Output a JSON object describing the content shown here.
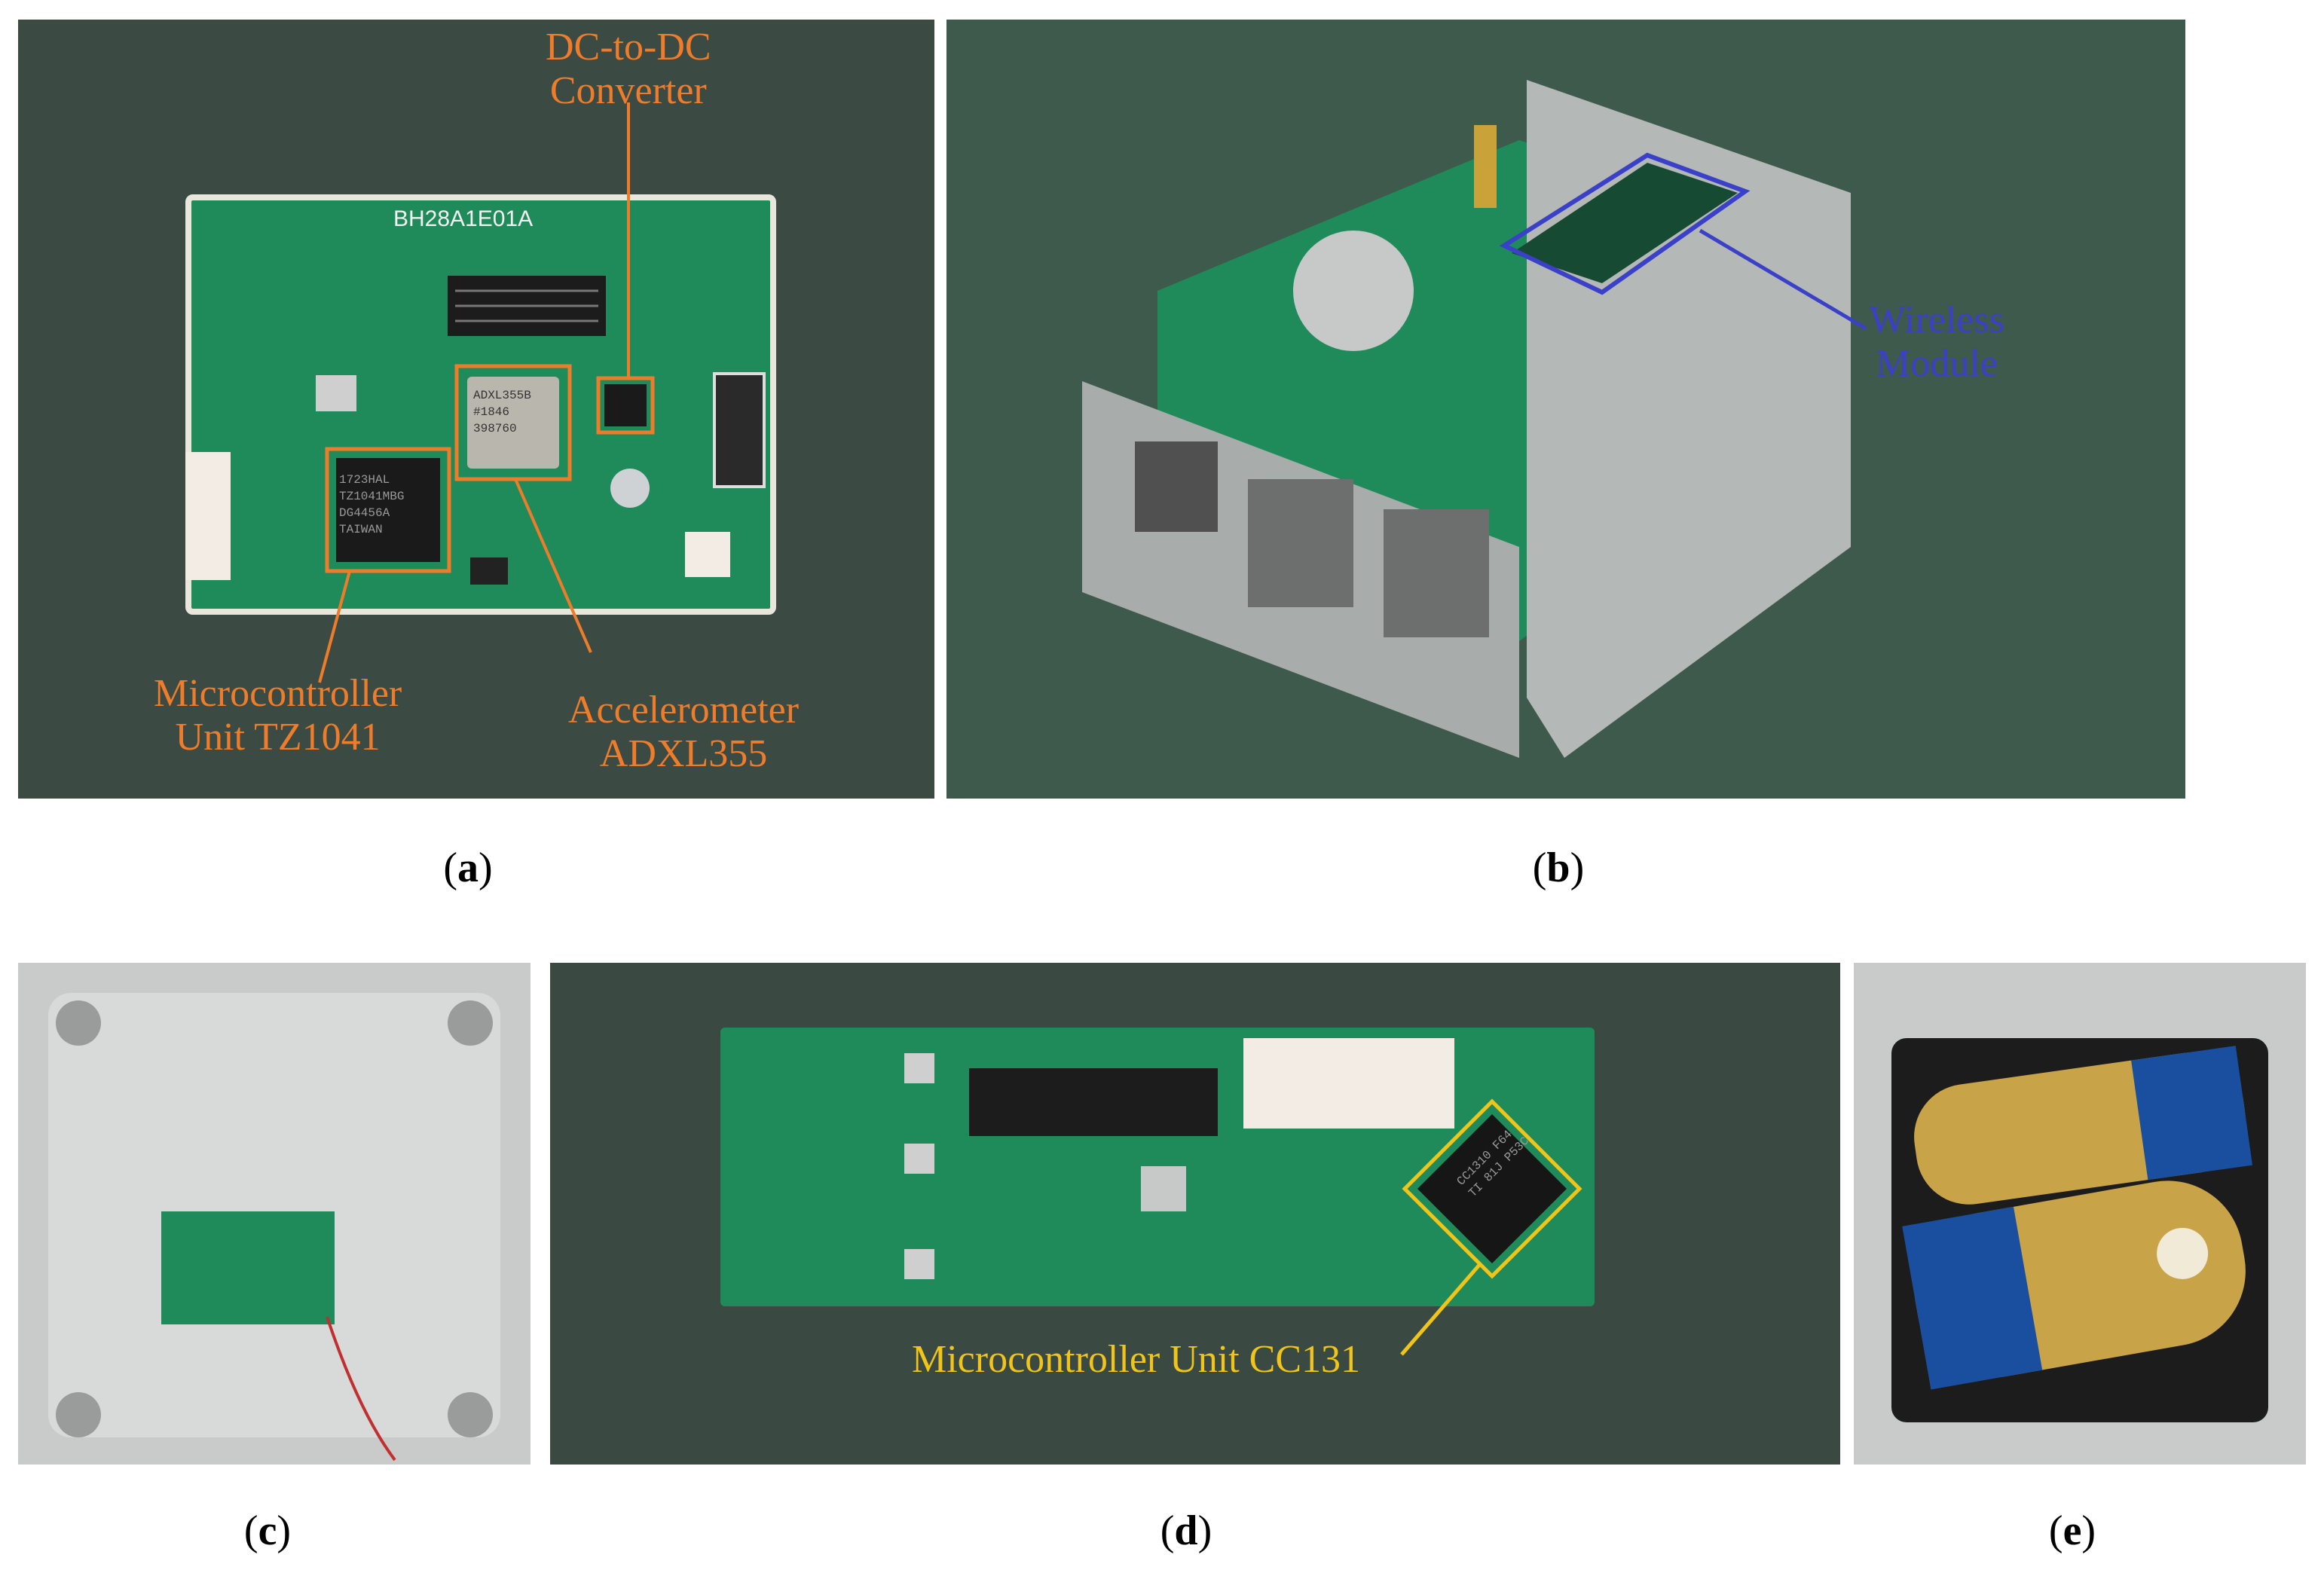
{
  "panels": {
    "a": {
      "caption_letter": "a",
      "board_silkscreen": "BH28A1E01A",
      "chip_marks": {
        "mcu": "1723HAL TZ1041MBG DG4456A TAIWAN",
        "accel": "ADXL355B #1846 398760"
      },
      "annotations": {
        "dcdc_line1": "DC-to-DC",
        "dcdc_line2": "Converter",
        "mcu_line1": "Microcontroller",
        "mcu_line2": "Unit TZ1041",
        "accel_line1": "Accelerometer",
        "accel_line2": "ADXL355"
      },
      "colors": {
        "annotation": "#ef7c2a",
        "board": "#1f8a5a",
        "background": "#3a4a42"
      }
    },
    "b": {
      "caption_letter": "b",
      "annotations": {
        "wireless_line1": "Wireless",
        "wireless_line2": "Module"
      },
      "colors": {
        "annotation": "#3a40c8",
        "background": "#3d5a4c"
      }
    },
    "c": {
      "caption_letter": "c",
      "colors": {
        "enclosure": "#d2d4d3"
      }
    },
    "d": {
      "caption_letter": "d",
      "chip_marks": {
        "mcu": "CC1310 F64 TI 81J P53C"
      },
      "annotations": {
        "mcu": "Microcontroller Unit CC131"
      },
      "colors": {
        "annotation": "#f0c419",
        "board": "#1f8a5a",
        "background": "#3a4a42"
      }
    },
    "e": {
      "caption_letter": "e",
      "colors": {
        "battery": "#1a4fa0"
      }
    }
  }
}
